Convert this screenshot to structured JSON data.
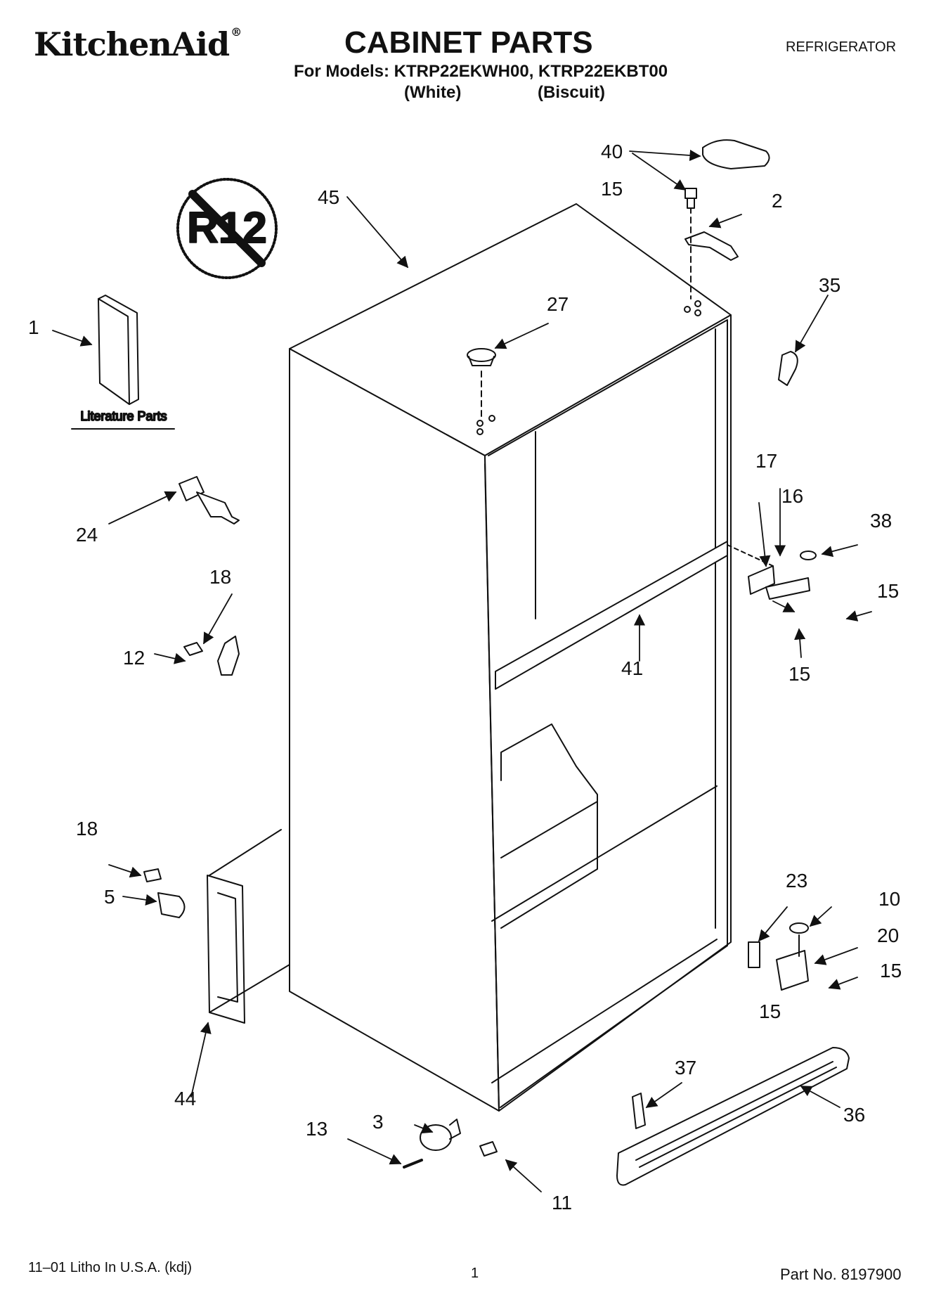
{
  "header": {
    "brand": "KitchenAid",
    "brand_mark": "®",
    "title": "CABINET PARTS",
    "appliance": "REFRIGERATOR",
    "models_line": "For Models: KTRP22EKWH00, KTRP22EKBT00",
    "variant_1": "(White)",
    "variant_2": "(Biscuit)"
  },
  "diagram": {
    "no_r12_symbol_text": "R12",
    "literature_label": "Literature Parts",
    "callouts": [
      "1",
      "2",
      "3",
      "5",
      "10",
      "11",
      "12",
      "13",
      "15",
      "15",
      "15",
      "15",
      "15",
      "16",
      "17",
      "18",
      "18",
      "20",
      "23",
      "24",
      "27",
      "35",
      "36",
      "37",
      "38",
      "40",
      "41",
      "44",
      "45"
    ]
  },
  "footer": {
    "left": "11–01 Litho In U.S.A. (kdj)",
    "page": "1",
    "part_no": "Part No. 8197900"
  },
  "colors": {
    "ink": "#111111",
    "paper": "#ffffff"
  }
}
